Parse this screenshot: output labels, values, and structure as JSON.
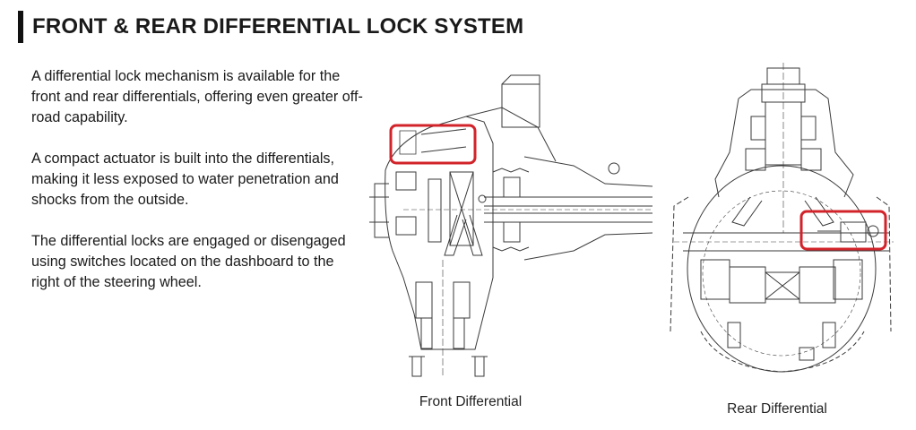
{
  "header": {
    "title": "FRONT & REAR DIFFERENTIAL LOCK SYSTEM"
  },
  "content": {
    "paragraphs": [
      "A differential lock mechanism is available for the front and rear differentials, offering even greater off-road capability.",
      "A compact actuator is built into the differentials, making it less exposed to water penetration and shocks from the outside.",
      "The differential locks are engaged or disengaged using switches located on the dashboard to the right of the steering wheel."
    ]
  },
  "figures": {
    "front": {
      "caption": "Front Differential"
    },
    "rear": {
      "caption": "Rear Differential"
    }
  },
  "colors": {
    "highlight": "#d2232a",
    "line": "#333333",
    "title": "#111111"
  }
}
